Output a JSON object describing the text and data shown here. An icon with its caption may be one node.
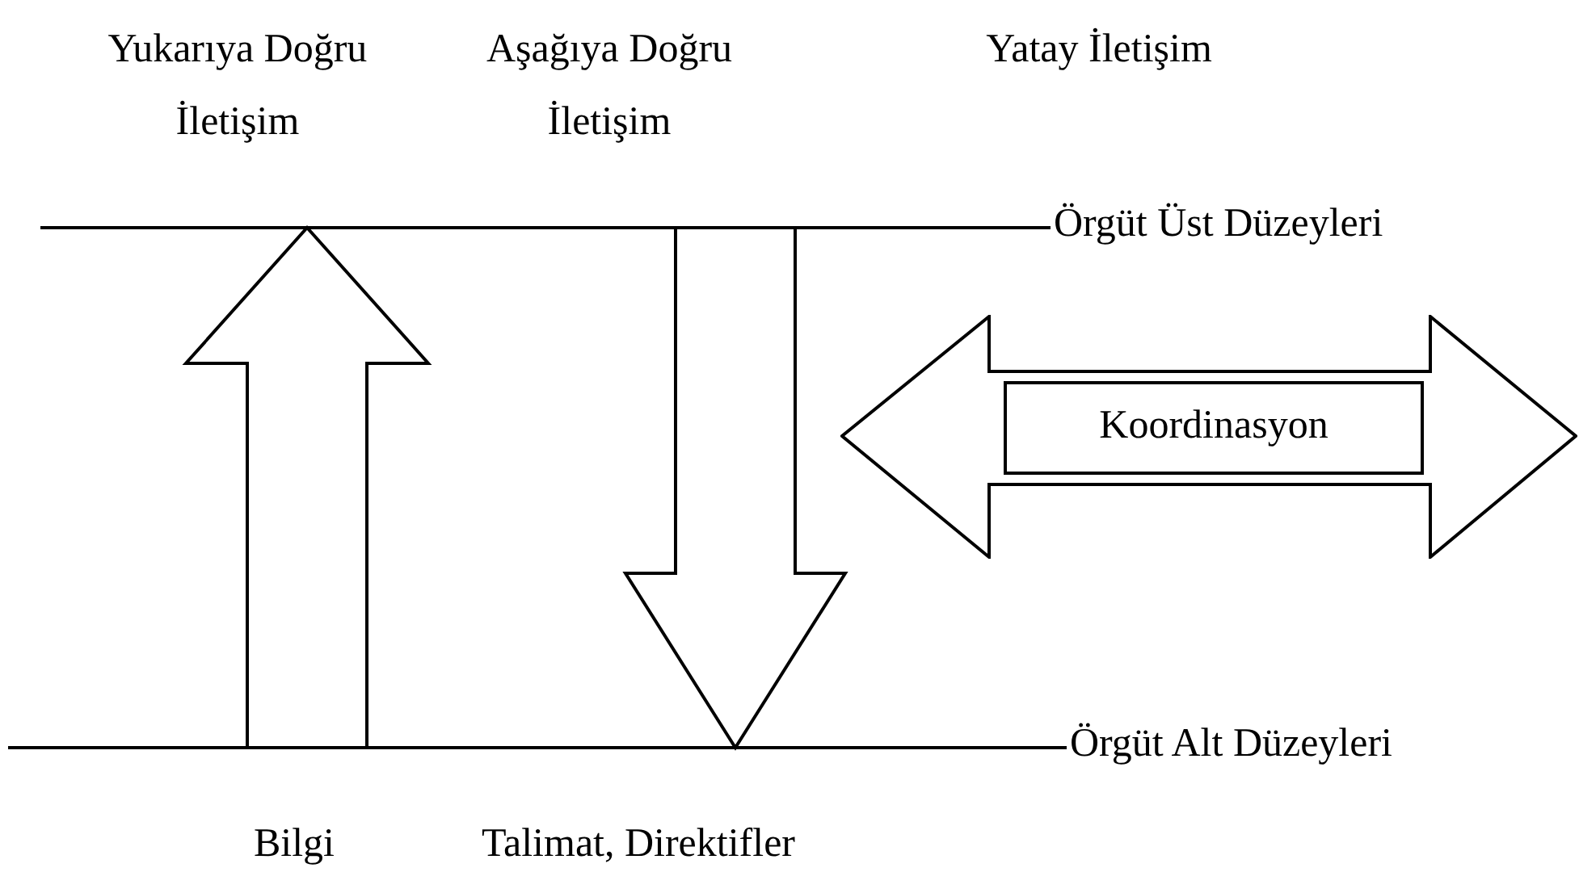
{
  "diagram": {
    "nodes": [
      {
        "text": [
          "Örgüt Üst Düzeyleri"
        ]
      },
      {
        "text": [
          "Örgüt Alt Düzeyleri"
        ]
      },
      {
        "text": [
          "Koordinasyon"
        ]
      }
    ],
    "edges": [
      {
        "from": 1,
        "to": 0,
        "arrow": "to"
      },
      {
        "from": 0,
        "to": 1,
        "arrow": "to"
      }
    ],
    "labels": [
      "Yukarıya Doğru İletişim",
      "Aşağıya Doğru İletişim",
      "Yatay İletişim",
      "Bilgi",
      "Talimat, Direktifler"
    ]
  }
}
